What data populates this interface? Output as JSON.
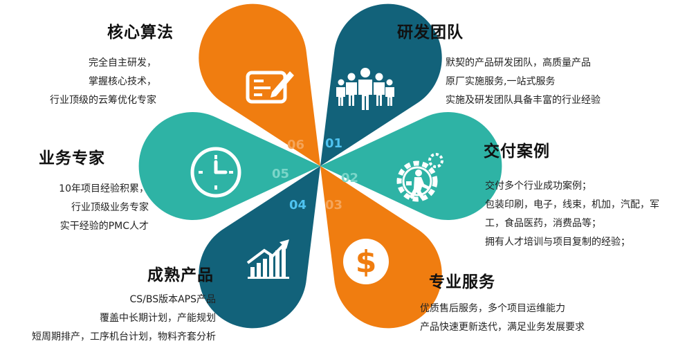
{
  "colors": {
    "orange": "#F07D10",
    "teal": "#2EB3A5",
    "navy": "#12627A",
    "white": "#FFFFFF"
  },
  "petals": [
    {
      "number": "01",
      "color": "navy",
      "icon": "team-icon"
    },
    {
      "number": "02",
      "color": "teal",
      "icon": "gear-worker-icon"
    },
    {
      "number": "03",
      "color": "orange",
      "icon": "dollar-icon"
    },
    {
      "number": "04",
      "color": "navy",
      "icon": "growth-chart-icon"
    },
    {
      "number": "05",
      "color": "teal",
      "icon": "clock-icon"
    },
    {
      "number": "06",
      "color": "orange",
      "icon": "document-pen-icon"
    }
  ],
  "sections": {
    "algorithm": {
      "title": "核心算法",
      "lines": [
        "完全自主研发，",
        "掌握核心技术，",
        "行业顶级的云筹优化专家"
      ]
    },
    "team": {
      "title": "研发团队",
      "lines": [
        "默契的产品研发团队，高质量产品",
        "原厂实施服务,一站式服务",
        "实施及研发团队具备丰富的行业经验"
      ]
    },
    "expert": {
      "title": "业务专家",
      "lines": [
        "10年项目经验积累，",
        "行业顶级业务专家",
        "实干经验的PMC人才"
      ]
    },
    "cases": {
      "title": "交付案例",
      "lines": [
        "交付多个行业成功案例；",
        "包装印刷，电子，线束，机加，汽配，军",
        "工，食品医药，消费品等；",
        "拥有人才培训与项目复制的经验；"
      ]
    },
    "product": {
      "title": "成熟产品",
      "lines": [
        "CS/BS版本APS产品",
        "覆盖中长期计划，产能规划",
        "短周期排产，工序机台计划，物料齐套分析"
      ]
    },
    "service": {
      "title": "专业服务",
      "lines": [
        "优质售后服务，多个项目运维能力",
        "产品快速更新迭代，满足业务发展要求"
      ]
    }
  }
}
